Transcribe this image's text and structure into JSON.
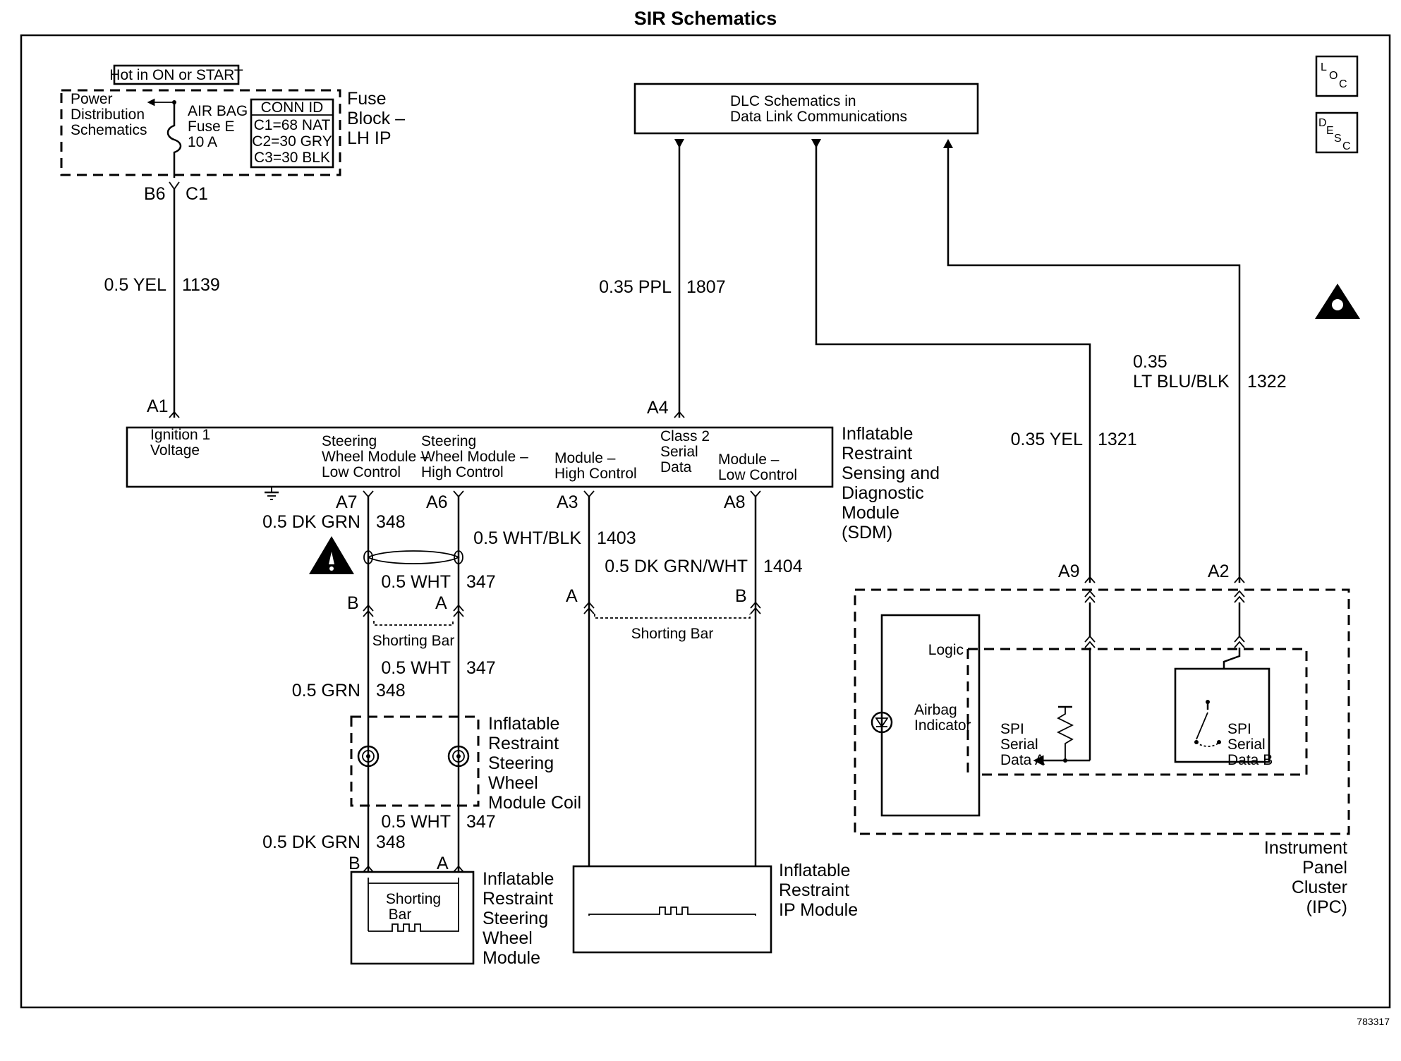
{
  "title": "SIR Schematics",
  "figure_number": "783317",
  "corner_icons": {
    "loc": "LOC",
    "desc": "DESC"
  },
  "fuse_block": {
    "label": [
      "Fuse",
      "Block –",
      "LH IP"
    ],
    "hot_label": "Hot in ON or START",
    "power_distribution": [
      "Power",
      "Distribution",
      "Schematics"
    ],
    "fuse": [
      "AIR BAG",
      "Fuse E",
      "10 A"
    ],
    "conn_id": {
      "title": "CONN ID",
      "rows": [
        "C1=68 NAT",
        "C2=30 GRY",
        "C3=30 BLK"
      ]
    },
    "pins": {
      "b6": "B6",
      "c1": "C1"
    }
  },
  "dlc": {
    "line1": "DLC Schematics in",
    "line2": "Data Link Communications"
  },
  "wires": {
    "yel_1139": {
      "gauge": "0.5 YEL",
      "circuit": "1139"
    },
    "ppl_1807": {
      "gauge": "0.35 PPL",
      "circuit": "1807"
    },
    "ltblu_1322": {
      "gauge_line1": "0.35",
      "gauge_line2": "LT BLU/BLK",
      "circuit": "1322"
    },
    "yel_1321": {
      "gauge": "0.35 YEL",
      "circuit": "1321"
    },
    "dkgrn_348": {
      "gauge": "0.5 DK GRN",
      "circuit": "348"
    },
    "whtblk_1403": {
      "gauge": "0.5 WHT/BLK",
      "circuit": "1403"
    },
    "dkgrnwht_1404": {
      "gauge": "0.5 DK GRN/WHT",
      "circuit": "1404"
    },
    "wht_347a": {
      "gauge": "0.5 WHT",
      "circuit": "347"
    },
    "wht_347b": {
      "gauge": "0.5 WHT",
      "circuit": "347"
    },
    "grn_348": {
      "gauge": "0.5 GRN",
      "circuit": "348"
    },
    "wht_347c": {
      "gauge": "0.5 WHT",
      "circuit": "347"
    },
    "dkgrn_348b": {
      "gauge": "0.5 DK GRN",
      "circuit": "348"
    }
  },
  "sdm": {
    "pins": {
      "a1": "A1",
      "a4": "A4",
      "a7": "A7",
      "a6": "A6",
      "a3": "A3",
      "a8": "A8"
    },
    "ignition": [
      "Ignition 1",
      "Voltage"
    ],
    "swm_low": [
      "Steering",
      "Wheel Module –",
      "Low Control"
    ],
    "swm_high": [
      "Steering",
      "Wheel Module –",
      "High Control"
    ],
    "mod_high": [
      "Module –",
      "High Control"
    ],
    "class2": [
      "Class 2",
      "Serial",
      "Data"
    ],
    "mod_low": [
      "Module –",
      "Low Control"
    ],
    "name": [
      "Inflatable",
      "Restraint",
      "Sensing and",
      "Diagnostic",
      "Module",
      "(SDM)"
    ]
  },
  "connectors": {
    "b1": "B",
    "a1": "A",
    "a2": "A",
    "b2": "B",
    "b3": "B",
    "a3": "A",
    "shorting_bar": "Shorting Bar"
  },
  "coil": {
    "name": [
      "Inflatable",
      "Restraint",
      "Steering",
      "Wheel",
      "Module Coil"
    ]
  },
  "sw_module": {
    "shorting": [
      "Shorting",
      "Bar"
    ],
    "name": [
      "Inflatable",
      "Restraint",
      "Steering",
      "Wheel",
      "Module"
    ]
  },
  "ip_module": {
    "name": [
      "Inflatable",
      "Restraint",
      "IP Module"
    ]
  },
  "ipc": {
    "pins": {
      "a9": "A9",
      "a2": "A2"
    },
    "logic": "Logic",
    "airbag": [
      "Airbag",
      "Indicator"
    ],
    "spi_a": [
      "SPI",
      "Serial",
      "Data A"
    ],
    "spi_b": [
      "SPI",
      "Serial",
      "Data B"
    ],
    "name": [
      "Instrument",
      "Panel",
      "Cluster",
      "(IPC)"
    ]
  }
}
